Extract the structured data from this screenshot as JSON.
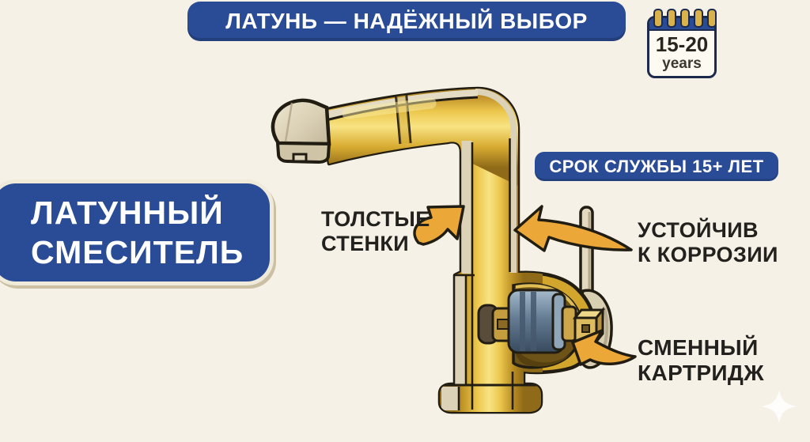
{
  "colors": {
    "background": "#F5F1E6",
    "accent_blue": "#2A4C96",
    "arrow_gold": "#EBA838",
    "brass": "#D2A52C",
    "text_dark": "#22211E",
    "text_light": "#FFFFFF"
  },
  "header": {
    "banner": "ЛАТУНЬ — НАДЁЖНЫЙ ВЫБОР"
  },
  "calendar": {
    "range": "15-20",
    "unit": "years"
  },
  "product": {
    "name": "ЛАТУННЫЙ\nСМЕСИТЕЛЬ"
  },
  "service_life": {
    "label": "СРОК СЛУЖБЫ 15+ ЛЕТ"
  },
  "callouts": {
    "thick_walls": "ТОЛСТЫЕ\nСТЕНКИ",
    "corrosion": "УСТОЙЧИВ\nК КОРРОЗИИ",
    "cartridge": "СМЕННЫЙ\nКАРТРИДЖ"
  },
  "illustration": {
    "subject": "brass-faucet-cutaway",
    "icons": [
      "calendar-icon",
      "sparkle-icon",
      "curved-arrow-icon"
    ]
  }
}
